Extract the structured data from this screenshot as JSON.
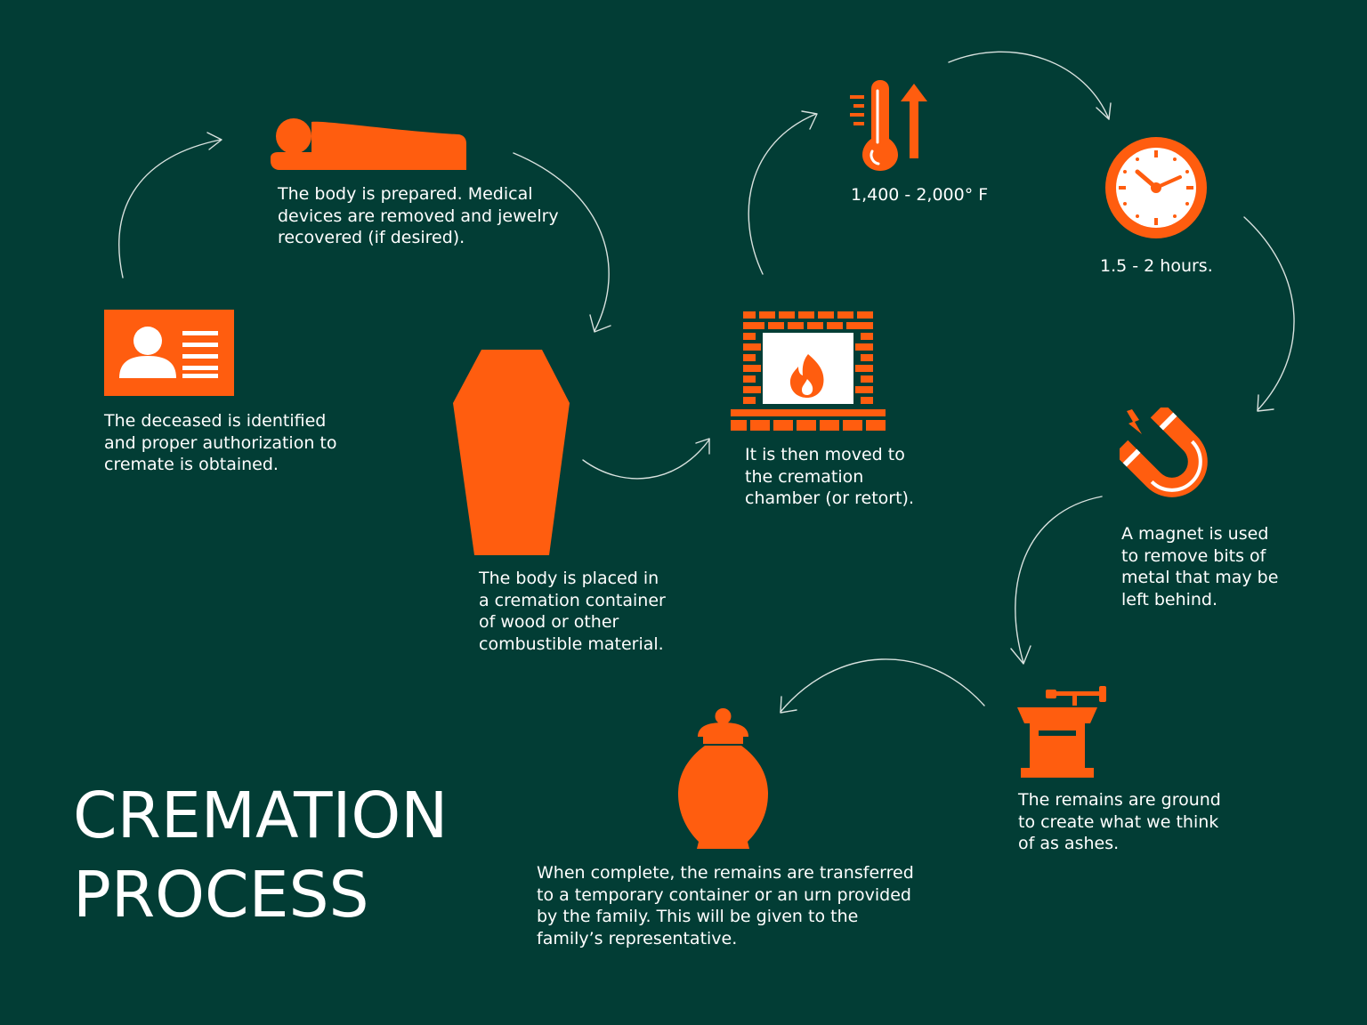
{
  "colors": {
    "background": "#023d35",
    "accent": "#ff5d0f",
    "text": "#ffffff",
    "arrow": "#d9e2df"
  },
  "title": {
    "line1": "CREMATION",
    "line2": "PROCESS"
  },
  "steps": [
    {
      "icon": "id-card-icon",
      "text": "The deceased is identified and proper authorization to cremate is obtained."
    },
    {
      "icon": "lying-body-icon",
      "text": "The body is prepared. Medical devices are removed and jewelry recovered (if desired)."
    },
    {
      "icon": "coffin-icon",
      "text": "The body is placed in a cremation container of wood or other combustible material."
    },
    {
      "icon": "fireplace-icon",
      "text": "It is then moved to the cremation chamber (or retort)."
    },
    {
      "icon": "thermometer-icon",
      "text": "1,400 - 2,000° F"
    },
    {
      "icon": "clock-icon",
      "text": "1.5 - 2 hours."
    },
    {
      "icon": "magnet-icon",
      "text": "A magnet is used to remove bits of metal that may be left behind."
    },
    {
      "icon": "grinder-icon",
      "text": "The remains are ground to create what we think of as ashes."
    },
    {
      "icon": "urn-icon",
      "text": "When complete, the remains are transferred to a temporary container or an urn provided by the family. This will be given to the family’s representative."
    }
  ]
}
